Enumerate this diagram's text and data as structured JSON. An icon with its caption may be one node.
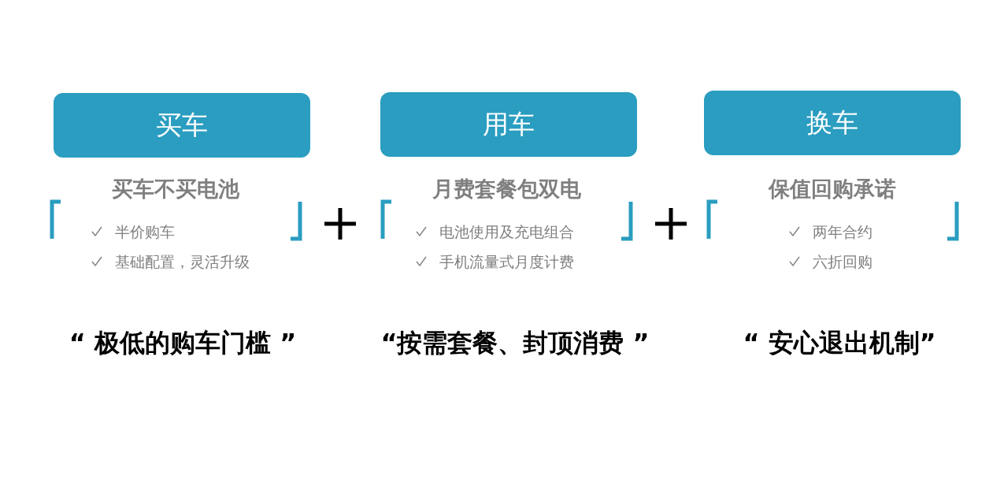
{
  "diagram": {
    "nodes": [
      {
        "text": [
          "买车"
        ]
      },
      {
        "text": [
          "用车"
        ]
      },
      {
        "text": [
          "换车"
        ]
      },
      {
        "text": [
          "买车不买电池",
          "半价购车",
          "基础配置，灵活升级"
        ]
      },
      {
        "text": [
          "月费套餐包双电",
          "电池使用及充电组合",
          "手机流量式月度计费"
        ]
      },
      {
        "text": [
          "保值回购承诺",
          "两年合约",
          "六折回购"
        ]
      }
    ],
    "labels": [
      "“ 极低的购车门槛 ”",
      "“按需套餐、封顶消费 ”",
      "“ 安心退出机制”"
    ]
  }
}
